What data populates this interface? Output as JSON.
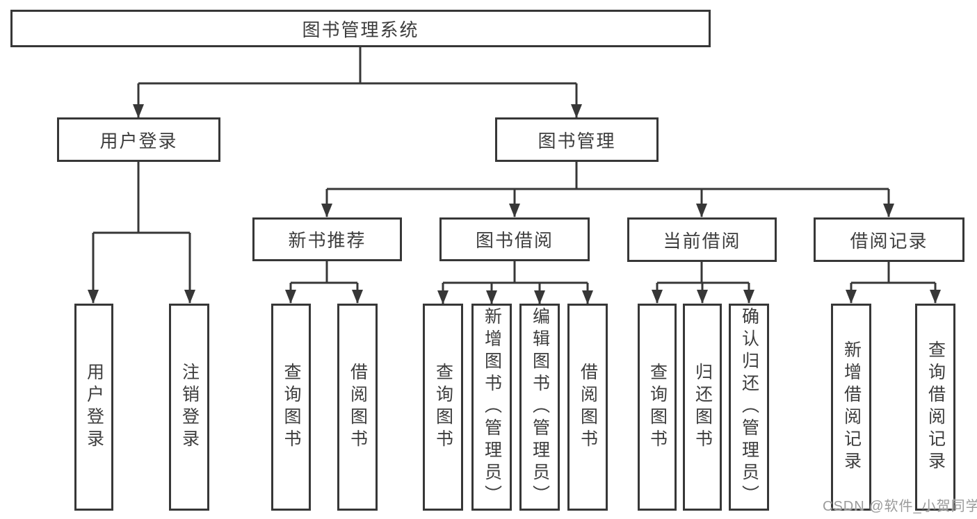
{
  "diagram": {
    "root": {
      "label": "图书管理系统"
    },
    "branches": {
      "user_login": {
        "label": "用户登录",
        "children": {
          "login": {
            "label": "用户登录"
          },
          "logout": {
            "label": "注销登录"
          }
        }
      },
      "book_mgmt": {
        "label": "图书管理",
        "children": {
          "new_book": {
            "label": "新书推荐",
            "children": {
              "query": {
                "label": "查询图书"
              },
              "borrow": {
                "label": "借阅图书"
              }
            }
          },
          "book_borrow": {
            "label": "图书借阅",
            "children": {
              "query": {
                "label": "查询图书"
              },
              "add": {
                "label": "新增图书（管理员）"
              },
              "edit": {
                "label": "编辑图书（管理员）"
              },
              "borrow": {
                "label": "借阅图书"
              }
            }
          },
          "current_borrow": {
            "label": "当前借阅",
            "children": {
              "query": {
                "label": "查询图书"
              },
              "return": {
                "label": "归还图书"
              },
              "confirm": {
                "label": "确认归还（管理员）"
              }
            }
          },
          "borrow_record": {
            "label": "借阅记录",
            "children": {
              "add": {
                "label": "新增借阅记录"
              },
              "query": {
                "label": "查询借阅记录"
              }
            }
          }
        }
      }
    }
  },
  "watermark": {
    "text": "CSDN @软件_小贺同学"
  },
  "colors": {
    "line": "#373737",
    "text": "#3d3d3d",
    "background": "#ffffff",
    "watermark": "#9b9b9b"
  }
}
